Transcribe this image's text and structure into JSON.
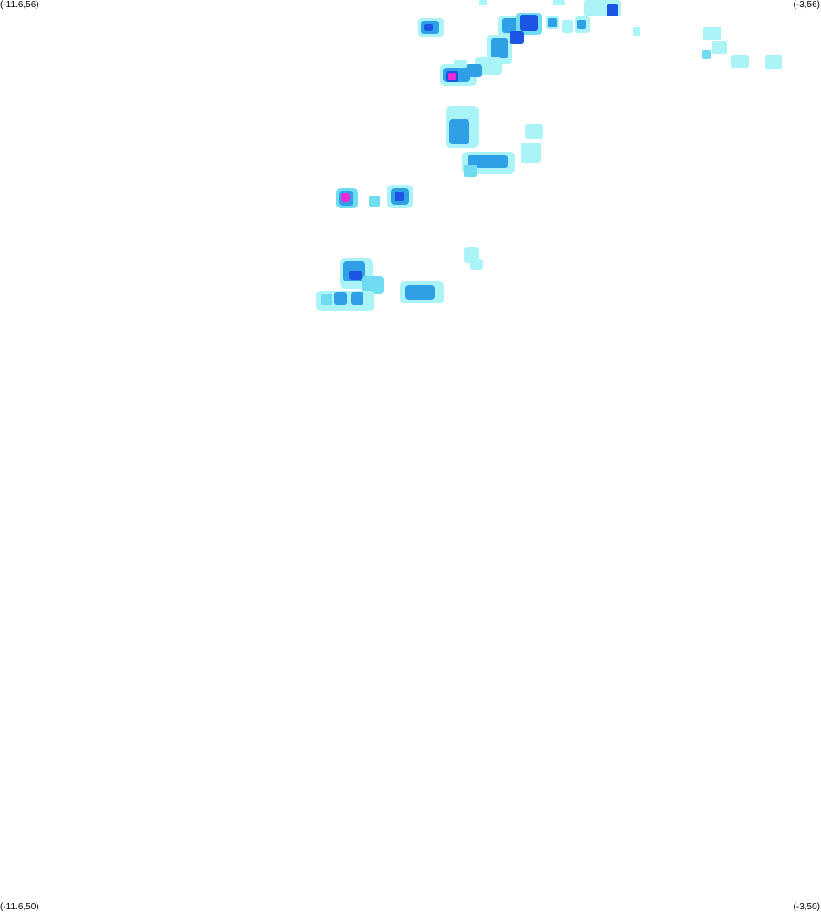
{
  "corner_labels": {
    "top_left": "(-11.6,56)",
    "top_right": "(-3,56)",
    "bottom_left": "(-11.6,50)",
    "bottom_right": "(-3,50)"
  },
  "intensity_colors": {
    "very_light": "#aaf4f7",
    "light": "#6fdcf2",
    "moderate": "#2fa0e6",
    "heavy": "#1a56e3",
    "very_heavy": "#ee2bd6"
  }
}
